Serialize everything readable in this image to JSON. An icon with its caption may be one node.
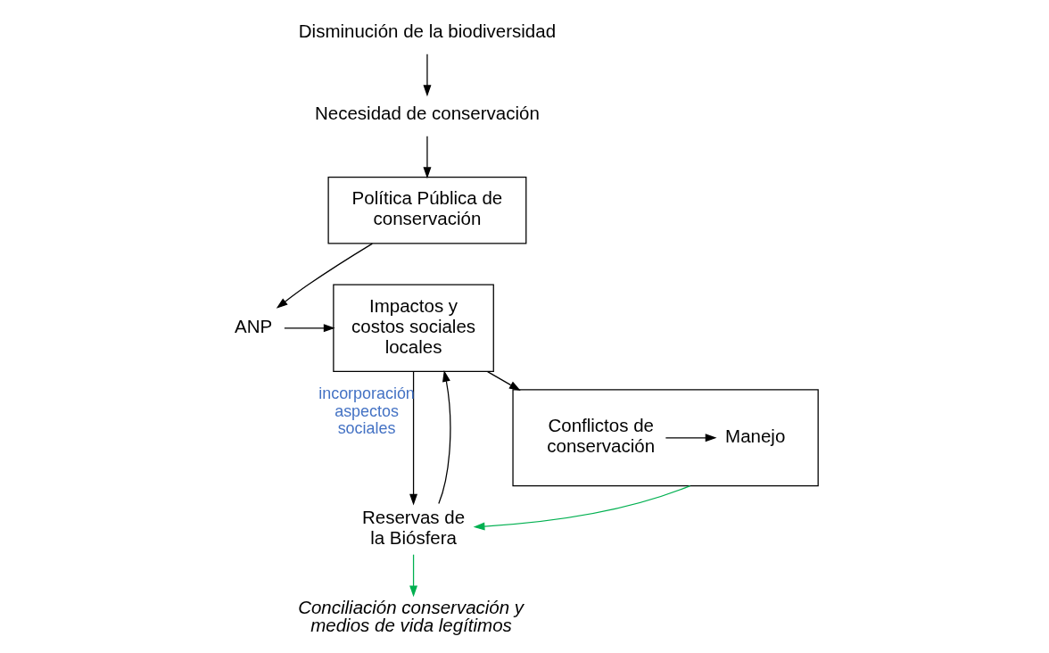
{
  "diagram": {
    "nodes": [
      {
        "text": [
          "Disminución de la biodiversidad"
        ]
      },
      {
        "text": [
          "Necesidad de conservación"
        ]
      },
      {
        "text": [
          "Política Pública de conservación"
        ]
      },
      {
        "text": [
          "ANP"
        ]
      },
      {
        "text": [
          "Impactos y costos sociales locales"
        ]
      },
      {
        "text": [],
        "shape": "box"
      },
      {
        "text": [
          "Conflictos de conservación"
        ],
        "in": 5
      },
      {
        "text": [
          "Manejo"
        ],
        "in": 5
      },
      {
        "text": [
          "Reservas de la Biósfera"
        ]
      },
      {
        "text": [
          "Conciliación conservación y medios de vida legítimos"
        ]
      }
    ],
    "edges": [
      {
        "from": 0,
        "to": 1,
        "arrow": "to"
      },
      {
        "from": 1,
        "to": 2,
        "arrow": "to"
      },
      {
        "from": 2,
        "to": 3,
        "arrow": "to"
      },
      {
        "from": 3,
        "to": 4,
        "arrow": "to"
      },
      {
        "from": 4,
        "to": 5,
        "arrow": "to"
      },
      {
        "from": 6,
        "to": 7,
        "arrow": "to"
      },
      {
        "from": 4,
        "to": 8,
        "arrow": "to",
        "label": "incorporación aspectos sociales"
      },
      {
        "from": 8,
        "to": 4,
        "arrow": "to"
      },
      {
        "from": 8,
        "to": 9,
        "arrow": "to",
        "color": "#00b050"
      },
      {
        "from": 5,
        "to": 8,
        "arrow": "to",
        "color": "#00b050"
      }
    ]
  }
}
